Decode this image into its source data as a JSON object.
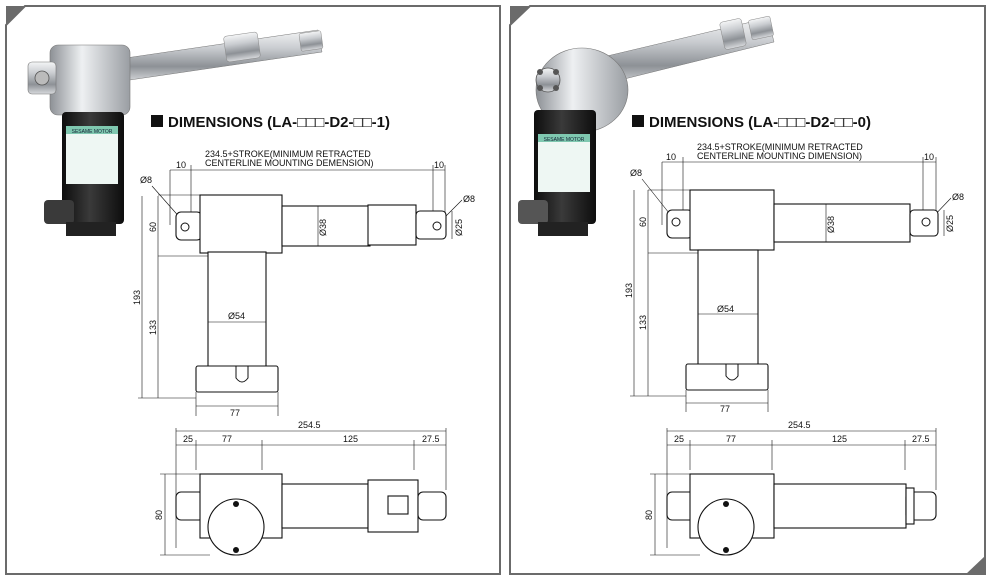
{
  "panels": [
    {
      "title": "DIMENSIONS (LA-□□□-D2-□□-1)",
      "stroke_note_1": "234.5+STROKE(MINIMUM RETRACTED",
      "stroke_note_2": "CENTERLINE MOUNTING DEMENSION)",
      "dims": {
        "d10_left": "10",
        "d10_right": "10",
        "phi8_left": "Ø8",
        "phi8_right": "Ø8",
        "d60": "60",
        "phi38": "Ø38",
        "phi25": "Ø25",
        "d193": "193",
        "d133": "133",
        "phi54": "Ø54",
        "d77_bottom": "77",
        "d254_5": "254.5",
        "d25": "25",
        "d77": "77",
        "d125": "125",
        "d27_5": "27.5",
        "d80": "80"
      },
      "photo_label": "SESAME MOTOR"
    },
    {
      "title": "DIMENSIONS (LA-□□□-D2-□□-0)",
      "stroke_note_1": "234.5+STROKE(MINIMUM RETRACTED",
      "stroke_note_2": "CENTERLINE MOUNTING DIMENSION)",
      "dims": {
        "d10_left": "10",
        "d10_right": "10",
        "phi8_left": "Ø8",
        "phi8_right": "Ø8",
        "d60": "60",
        "phi38": "Ø38",
        "phi25": "Ø25",
        "d193": "193",
        "d133": "133",
        "phi54": "Ø54",
        "d77_bottom": "77",
        "d254_5": "254.5",
        "d25": "25",
        "d77": "77",
        "d125": "125",
        "d27_5": "27.5",
        "d80": "80"
      },
      "photo_label": "SESAME MOTOR"
    }
  ],
  "colors": {
    "frame": "#6b6b6b",
    "chrome": "#c9ccd0",
    "motor": "#1a1a1a",
    "label": "#7fc8b0"
  }
}
